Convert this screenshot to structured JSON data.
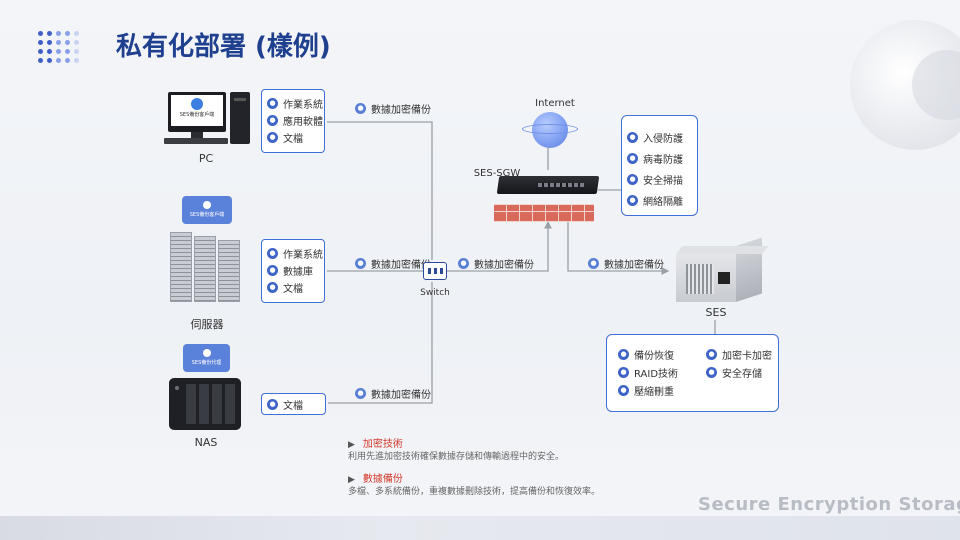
{
  "title": "私有化部署 (樣例)",
  "watermark": "Secure Encryption Storage",
  "nodes": {
    "pc": "PC",
    "pc_screen_text": "SES備份客戶端",
    "server": "伺服器",
    "server_badge_text": "SES備份客戶端",
    "nas": "NAS",
    "nas_badge_text": "SES備份代理",
    "internet": "Internet",
    "gateway": "SES-SGW",
    "switch": "Switch",
    "ses": "SES"
  },
  "pc_box": [
    "作業系統",
    "應用軟體",
    "文檔"
  ],
  "server_box": [
    "作業系統",
    "數據庫",
    "文檔"
  ],
  "nas_box": [
    "文檔"
  ],
  "gateway_box": [
    "入侵防護",
    "病毒防護",
    "安全掃描",
    "網絡隔離"
  ],
  "ses_features": {
    "left": [
      "備份恢復",
      "RAID技術",
      "壓縮刪重"
    ],
    "right": [
      "加密卡加密",
      "安全存儲"
    ]
  },
  "links": {
    "pc": "數據加密備份",
    "server": "數據加密備份",
    "nas": "數據加密備份",
    "switch_to_gw": "數據加密備份",
    "gw_to_ses": "數據加密備份"
  },
  "notes": [
    {
      "title": "加密技術",
      "body": "利用先進加密技術確保數據存儲和傳輸過程中的安全。"
    },
    {
      "title": "數據備份",
      "body": "多檔、多系統備份，重複數據刪除技術，提高備份和恢復效率。"
    }
  ],
  "colors": {
    "accent": "#3f6fd8",
    "title": "#1f3f8f",
    "note_title": "#d23a2c"
  }
}
